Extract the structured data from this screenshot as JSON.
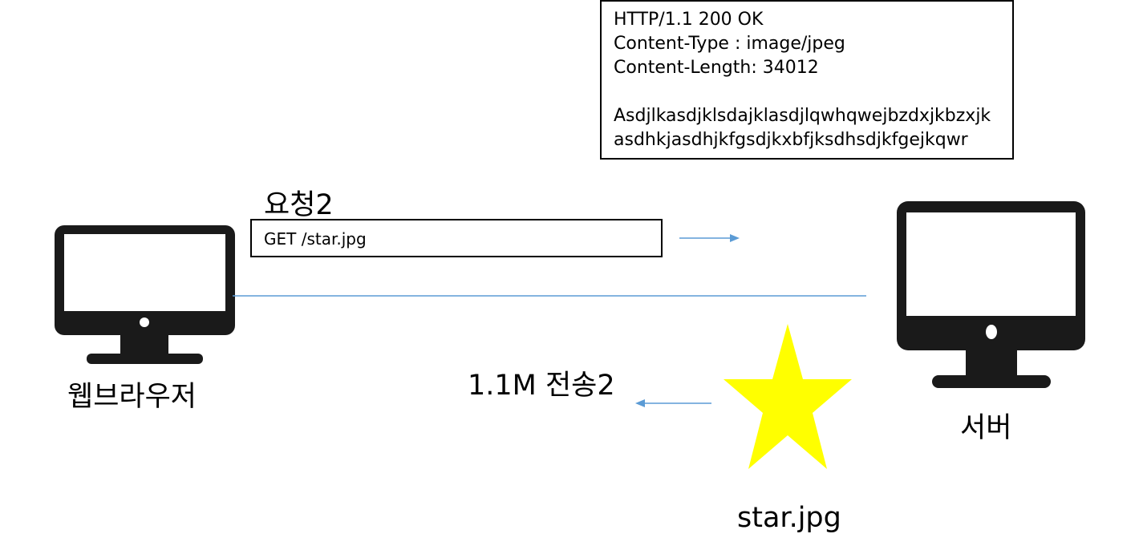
{
  "response": {
    "lines": [
      "HTTP/1.1 200 OK",
      "Content-Type : image/jpeg",
      "Content-Length: 34012",
      "",
      "Asdjlkasdjklsdajklasdjlqwhqwejbzdxjkbzxjk",
      "asdhkjasdhjkfgsdjkxbfjksdhsdjkfgejkqwr"
    ]
  },
  "request": {
    "title": "요청2",
    "line": "GET /star.jpg"
  },
  "client": {
    "label": "웹브라우저"
  },
  "server": {
    "label": "서버"
  },
  "transfer": {
    "label": "1.1M 전송2"
  },
  "file": {
    "label": "star.jpg"
  },
  "colors": {
    "line": "#5b9bd5",
    "monitor": "#1a1a1a",
    "star": "#ffff00"
  }
}
